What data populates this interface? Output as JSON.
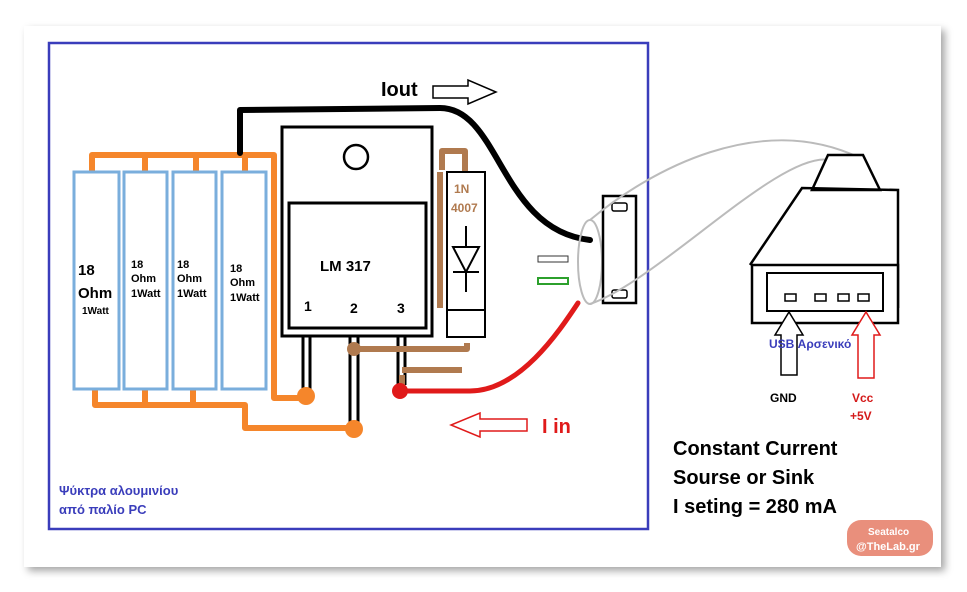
{
  "labels": {
    "iout": "Iout",
    "iin": "I in",
    "regulator": "LM 317",
    "pin1": "1",
    "pin2": "2",
    "pin3": "3",
    "diode_line1": "1N",
    "diode_line2": "4007",
    "usb": "USB Αρσενικό",
    "gnd": "GND",
    "vcc_line1": "Vcc",
    "vcc_line2": "+5V",
    "heatsink_line1": "Ψύκτρα αλουμινίου",
    "heatsink_line2": "από παλίο PC",
    "title_line1": "Constant Current",
    "title_line2": "Sourse  or Sink",
    "title_line3": "I seting = 280 mA",
    "watermark_line1": "Seatalco",
    "watermark_line2": "@TheLab.gr"
  },
  "resistors": [
    {
      "ohm_value": "18",
      "ohm_unit": "Ohm",
      "watt": "1Watt"
    },
    {
      "ohm_value": "18",
      "ohm_unit": "Ohm",
      "watt": "1Watt"
    },
    {
      "ohm_value": "18",
      "ohm_unit": "Ohm",
      "watt": "1Watt"
    },
    {
      "ohm_value": "18",
      "ohm_unit": "Ohm",
      "watt": "1Watt"
    }
  ],
  "colors": {
    "frame": "#3a3dbb",
    "resistor": "#7aaedc",
    "orange_wire": "#f5862b",
    "brown_wire": "#b07a4f",
    "red_wire": "#e01a1a",
    "black_wire": "#000000",
    "usb_text": "#3a3dbb",
    "vcc_text": "#d41a1a",
    "iin_text": "#e01a1a"
  }
}
